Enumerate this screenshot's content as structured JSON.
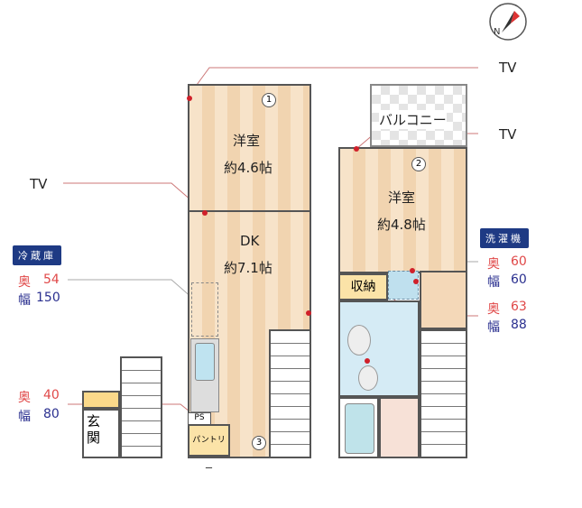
{
  "compass": {
    "icon": "north-arrow-icon"
  },
  "tv_labels": [
    "TV",
    "TV",
    "TV"
  ],
  "rooms": {
    "room1": {
      "number": "1",
      "name": "洋室",
      "size": "約4.6帖"
    },
    "dk": {
      "name": "DK",
      "size": "約7.1帖"
    },
    "room2": {
      "number": "2",
      "name": "洋室",
      "size": "約4.8帖"
    },
    "balcony": "バルコニー",
    "storage": "収納",
    "ps": "PS",
    "pantry": "パントリー",
    "pantry_number": "3",
    "entrance": "玄関"
  },
  "fridge": {
    "title": "冷蔵庫",
    "depth_label": "奥",
    "depth": "54",
    "width_label": "幅",
    "width": "150"
  },
  "shoe": {
    "depth_label": "奥",
    "depth": "40",
    "width_label": "幅",
    "width": "80"
  },
  "washer": {
    "title": "洗濯機",
    "depth_label": "奥",
    "depth": "60",
    "width_label": "幅",
    "width": "60",
    "depth2_label": "奥",
    "depth2": "63",
    "width2_label": "幅",
    "width2": "88"
  }
}
